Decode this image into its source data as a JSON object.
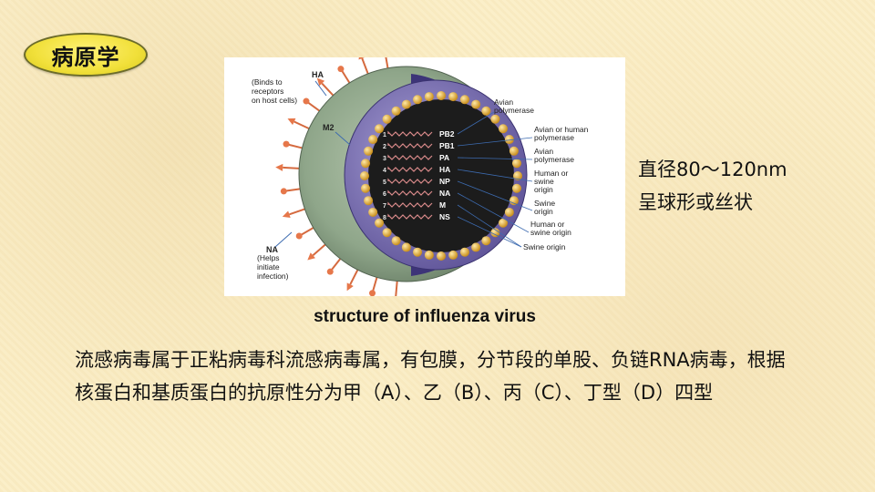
{
  "slide": {
    "title": "病原学",
    "caption": "structure of influenza virus",
    "side_lines": [
      "直径80～120nm",
      "呈球形或丝状"
    ],
    "description": "流感病毒属于正粘病毒科流感病毒属，有包膜，分节段的单股、负链RNA病毒，根据核蛋白和基质蛋白的抗原性分为甲（A）、乙（B）、丙（C）、丁型（D）四型"
  },
  "figure": {
    "ha_label": "HA",
    "ha_note": [
      "(Binds to",
      "receptors",
      "on host cells)"
    ],
    "m2_label": "M2",
    "na_label": "NA",
    "na_note": [
      "(Helps",
      "initiate",
      "infection)"
    ],
    "segment_numbers": [
      "1",
      "2",
      "3",
      "4",
      "5",
      "6",
      "7",
      "8"
    ],
    "segments": [
      "PB2",
      "PB1",
      "PA",
      "HA",
      "NP",
      "NA",
      "M",
      "NS"
    ],
    "origins": [
      [
        "Avian",
        "polymerase"
      ],
      [
        "Avian or human",
        "polymerase"
      ],
      [
        "Avian",
        "polymerase"
      ],
      [
        "Human or",
        "swine",
        "origin"
      ],
      [
        "Swine",
        "origin"
      ],
      [
        "Human or",
        "swine origin"
      ],
      [
        "Swine origin"
      ]
    ]
  },
  "colors": {
    "background": "#fbeec6",
    "badge": "#f1e03a",
    "envelope": "#8fa68a",
    "spike": "#e6774a",
    "core": "#1c1c1c",
    "capsid_ring": "#7a70b0",
    "rna": "#d98a8a"
  }
}
